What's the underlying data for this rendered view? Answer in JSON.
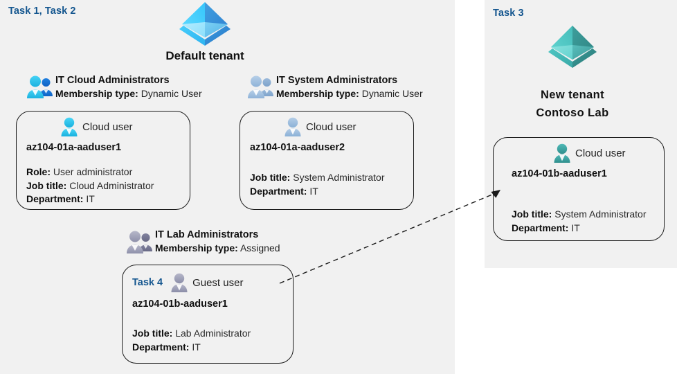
{
  "panels": {
    "left": {
      "task_label": "Task 1, Task 2",
      "bg": "#f1f1f1"
    },
    "right": {
      "task_label": "Task 3",
      "bg": "#f1f1f1"
    }
  },
  "tenants": [
    {
      "id": "default-tenant",
      "icon": "azure-ad-tenant-icon",
      "accent": "#2fb8ef",
      "title_line1": "Default tenant",
      "title_line2": ""
    },
    {
      "id": "new-tenant",
      "icon": "azure-ad-tenant-icon",
      "accent": "#3fb3b0",
      "title_line1": "New  tenant",
      "title_line2": "Contoso Lab"
    }
  ],
  "groups": [
    {
      "id": "it-cloud-administrators",
      "icon": "group-users-icon",
      "name": "IT Cloud Administrators",
      "membership_label": "Membership type:",
      "membership_value": "Dynamic User",
      "accent": "#2cb8e8"
    },
    {
      "id": "it-system-administrators",
      "icon": "group-users-icon",
      "name": "IT System Administrators",
      "membership_label": "Membership type:",
      "membership_value": "Dynamic User",
      "accent": "#9dbbdd"
    },
    {
      "id": "it-lab-administrators",
      "icon": "group-users-icon",
      "name": "IT Lab Administrators",
      "membership_label": "Membership type:",
      "membership_value": "Assigned",
      "accent": "#8f90ad"
    }
  ],
  "users": [
    {
      "id": "az104-01a-aaduser1",
      "task_tag": "",
      "user_type": "Cloud user",
      "icon": "cloud-user-icon",
      "accent": "#29c0ef",
      "name": "az104-01a-aaduser1",
      "attributes": [
        {
          "label": "Role:",
          "value": "User administrator"
        },
        {
          "label": "Job title:",
          "value": "Cloud Administrator"
        },
        {
          "label": "Department:",
          "value": "IT"
        }
      ]
    },
    {
      "id": "az104-01a-aaduser2",
      "task_tag": "",
      "user_type": "Cloud user",
      "icon": "cloud-user-icon",
      "accent": "#9dbbdd",
      "name": "az104-01a-aaduser2",
      "attributes": [
        {
          "label": "Job title:",
          "value": "System Administrator"
        },
        {
          "label": "Department:",
          "value": "IT"
        }
      ]
    },
    {
      "id": "az104-01b-aaduser1-guest",
      "task_tag": "Task 4",
      "user_type": "Guest user",
      "icon": "guest-user-icon",
      "accent": "#8f90ad",
      "name": "az104-01b-aaduser1",
      "attributes": [
        {
          "label": "Job title:",
          "value": "Lab Administrator"
        },
        {
          "label": "Department:",
          "value": "IT"
        }
      ]
    },
    {
      "id": "az104-01b-aaduser1-cloud",
      "task_tag": "",
      "user_type": "Cloud user",
      "icon": "cloud-user-icon",
      "accent": "#3aa6a6",
      "name": "az104-01b-aaduser1",
      "attributes": [
        {
          "label": "Job title:",
          "value": "System Administrator"
        },
        {
          "label": "Department:",
          "value": "IT"
        }
      ]
    }
  ],
  "connector": {
    "id": "guest-to-cloud-user-arrow",
    "style": "dashed-arrow",
    "color": "#1a1a1a",
    "from": "az104-01b-aaduser1-guest",
    "to": "az104-01b-aaduser1-cloud"
  },
  "colors": {
    "task_blue": "#14568f",
    "panel_bg": "#f1f1f1",
    "page_bg": "#ffffff",
    "border": "#1a1a1a",
    "text": "#111111"
  }
}
